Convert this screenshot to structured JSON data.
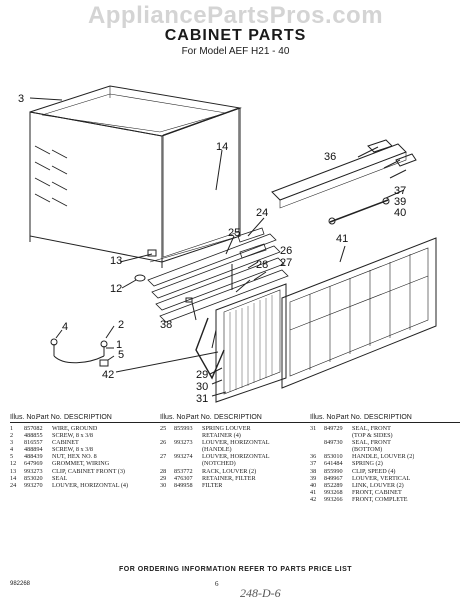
{
  "watermark": "AppliancePartsPros.com",
  "header": {
    "title": "CABINET PARTS",
    "model": "For Model AEF H21 - 40"
  },
  "callouts": [
    "3",
    "14",
    "36",
    "37",
    "39",
    "40",
    "24",
    "25",
    "26",
    "27",
    "28",
    "41",
    "13",
    "12",
    "2",
    "4",
    "5",
    "38",
    "42",
    "29",
    "30",
    "31",
    "1"
  ],
  "table": {
    "col_illus": "Illus. No.",
    "col_part": "Part No.",
    "col_desc": "DESCRIPTION",
    "groups": [
      [
        {
          "no": "1",
          "part": "857082",
          "desc": "WIRE, GROUND"
        },
        {
          "no": "2",
          "part": "488855",
          "desc": "SCREW, 8 x 3/8"
        },
        {
          "no": "3",
          "part": "816557",
          "desc": "CABINET"
        },
        {
          "no": "4",
          "part": "488894",
          "desc": "SCREW, 8 x 3/8"
        },
        {
          "no": "5",
          "part": "488439",
          "desc": "NUT, HEX NO. 8"
        },
        {
          "no": "12",
          "part": "647969",
          "desc": "GROMMET, WIRING"
        },
        {
          "no": "13",
          "part": "993273",
          "desc": "CLIP, CABINET FRONT (3)"
        },
        {
          "no": "14",
          "part": "853020",
          "desc": "SEAL"
        },
        {
          "no": "24",
          "part": "993270",
          "desc": "LOUVER, HORIZONTAL (4)"
        }
      ],
      [
        {
          "no": "25",
          "part": "855993",
          "desc": "SPRING LOUVER"
        },
        {
          "no": "",
          "part": "",
          "desc": "RETAINER (4)"
        },
        {
          "no": "26",
          "part": "993273",
          "desc": "LOUVER, HORIZONTAL"
        },
        {
          "no": "",
          "part": "",
          "desc": "(HANDLE)"
        },
        {
          "no": "27",
          "part": "993274",
          "desc": "LOUVER, HORIZONTAL"
        },
        {
          "no": "",
          "part": "",
          "desc": "(NOTCHED)"
        },
        {
          "no": "28",
          "part": "853772",
          "desc": "RACK, LOUVER (2)"
        },
        {
          "no": "29",
          "part": "476307",
          "desc": "RETAINER, FILTER"
        },
        {
          "no": "30",
          "part": "849958",
          "desc": "FILTER"
        }
      ],
      [
        {
          "no": "31",
          "part": "849729",
          "desc": "SEAL, FRONT"
        },
        {
          "no": "",
          "part": "",
          "desc": "(TOP & SIDES)"
        },
        {
          "no": "",
          "part": "849730",
          "desc": "SEAL, FRONT"
        },
        {
          "no": "",
          "part": "",
          "desc": "(BOTTOM)"
        },
        {
          "no": "36",
          "part": "853010",
          "desc": "HANDLE, LOUVER (2)"
        },
        {
          "no": "37",
          "part": "641484",
          "desc": "SPRING (2)"
        },
        {
          "no": "38",
          "part": "855990",
          "desc": "CLIP, SPEED (4)"
        },
        {
          "no": "39",
          "part": "849967",
          "desc": "LOUVER, VERTICAL"
        },
        {
          "no": "40",
          "part": "852289",
          "desc": "LINK, LOUVER (2)"
        },
        {
          "no": "41",
          "part": "993268",
          "desc": "FRONT, CABINET"
        },
        {
          "no": "42",
          "part": "993266",
          "desc": "FRONT, COMPLETE"
        }
      ]
    ]
  },
  "footer": "FOR ORDERING INFORMATION REFER TO PARTS PRICE LIST",
  "doc_code": "982268",
  "page_number": "6",
  "handwritten": "248-D-6"
}
